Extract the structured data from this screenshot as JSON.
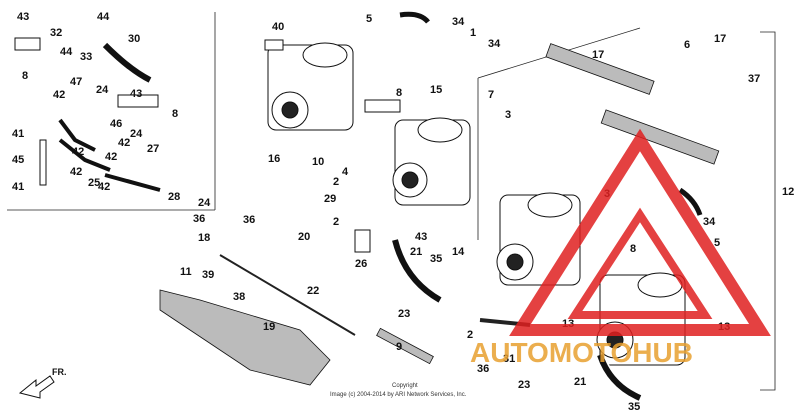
{
  "callouts": [
    "43",
    "32",
    "44",
    "33",
    "30",
    "8",
    "44",
    "47",
    "42",
    "24",
    "46",
    "24",
    "43",
    "8",
    "41",
    "42",
    "42",
    "27",
    "42",
    "45",
    "25",
    "42",
    "42",
    "41",
    "28",
    "24",
    "40",
    "5",
    "34",
    "1",
    "34",
    "16",
    "10",
    "4",
    "8",
    "15",
    "7",
    "3",
    "17",
    "6",
    "17",
    "37",
    "12",
    "2",
    "29",
    "2",
    "26",
    "43",
    "21",
    "14",
    "36",
    "18",
    "20",
    "11",
    "39",
    "38",
    "36",
    "35",
    "22",
    "19",
    "23",
    "9",
    "2",
    "8",
    "5",
    "34",
    "3",
    "13",
    "31",
    "36",
    "23",
    "21",
    "35",
    "13"
  ],
  "arrow_label": "FR.",
  "copyright_line1": "Copyright",
  "copyright_line2": "Image (c) 2004-2014 by ARI Network Services, Inc.",
  "watermark": {
    "text": "AUTOMOTOHUB",
    "color": "#e8a030",
    "mark_color": "#e02020"
  }
}
